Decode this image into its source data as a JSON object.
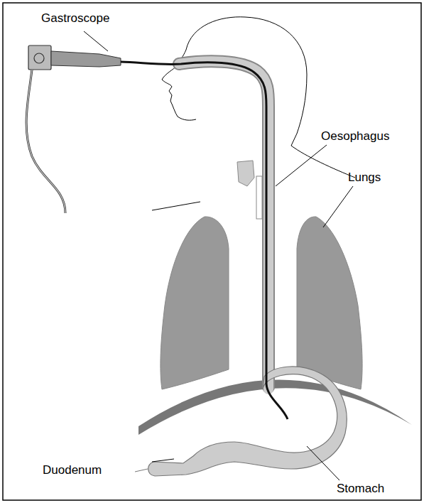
{
  "diagram": {
    "labels": [
      "Gastroscope",
      "Oesophagus",
      "Lungs",
      "Duodenum",
      "Stomach"
    ]
  }
}
